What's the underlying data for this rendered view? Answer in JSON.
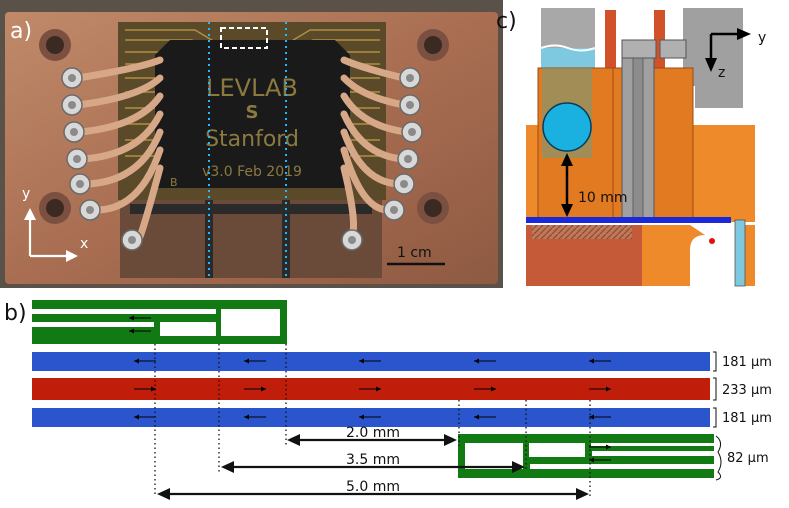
{
  "panels": {
    "a": "a)",
    "b": "b)",
    "c": "c)"
  },
  "photo": {
    "chip_text": [
      "LEVLAB",
      "S",
      "Stanford",
      "v3.0 Feb 2019"
    ],
    "trace_label": "B",
    "axis_y": "y",
    "axis_x": "x",
    "scale_bar": "1 cm"
  },
  "cross_section": {
    "axis_y": "y",
    "axis_z": "z",
    "distance": "10 mm"
  },
  "electrodes": {
    "widths": [
      "181 µm",
      "233 µm",
      "181 µm"
    ],
    "finger_width": "82 µm",
    "spacings": [
      "2.0 mm",
      "3.5 mm",
      "5.0 mm"
    ]
  },
  "colors": {
    "green": "#127a12",
    "blue": "#2a55cc",
    "red": "#c01e0a",
    "copper": "#b77a58",
    "chip": "#1c1c1c",
    "gold": "#a88a3a",
    "orange": "#e07a1f",
    "sphere": "#1ab0e0",
    "dotted_cyan": "#29b6f6"
  }
}
